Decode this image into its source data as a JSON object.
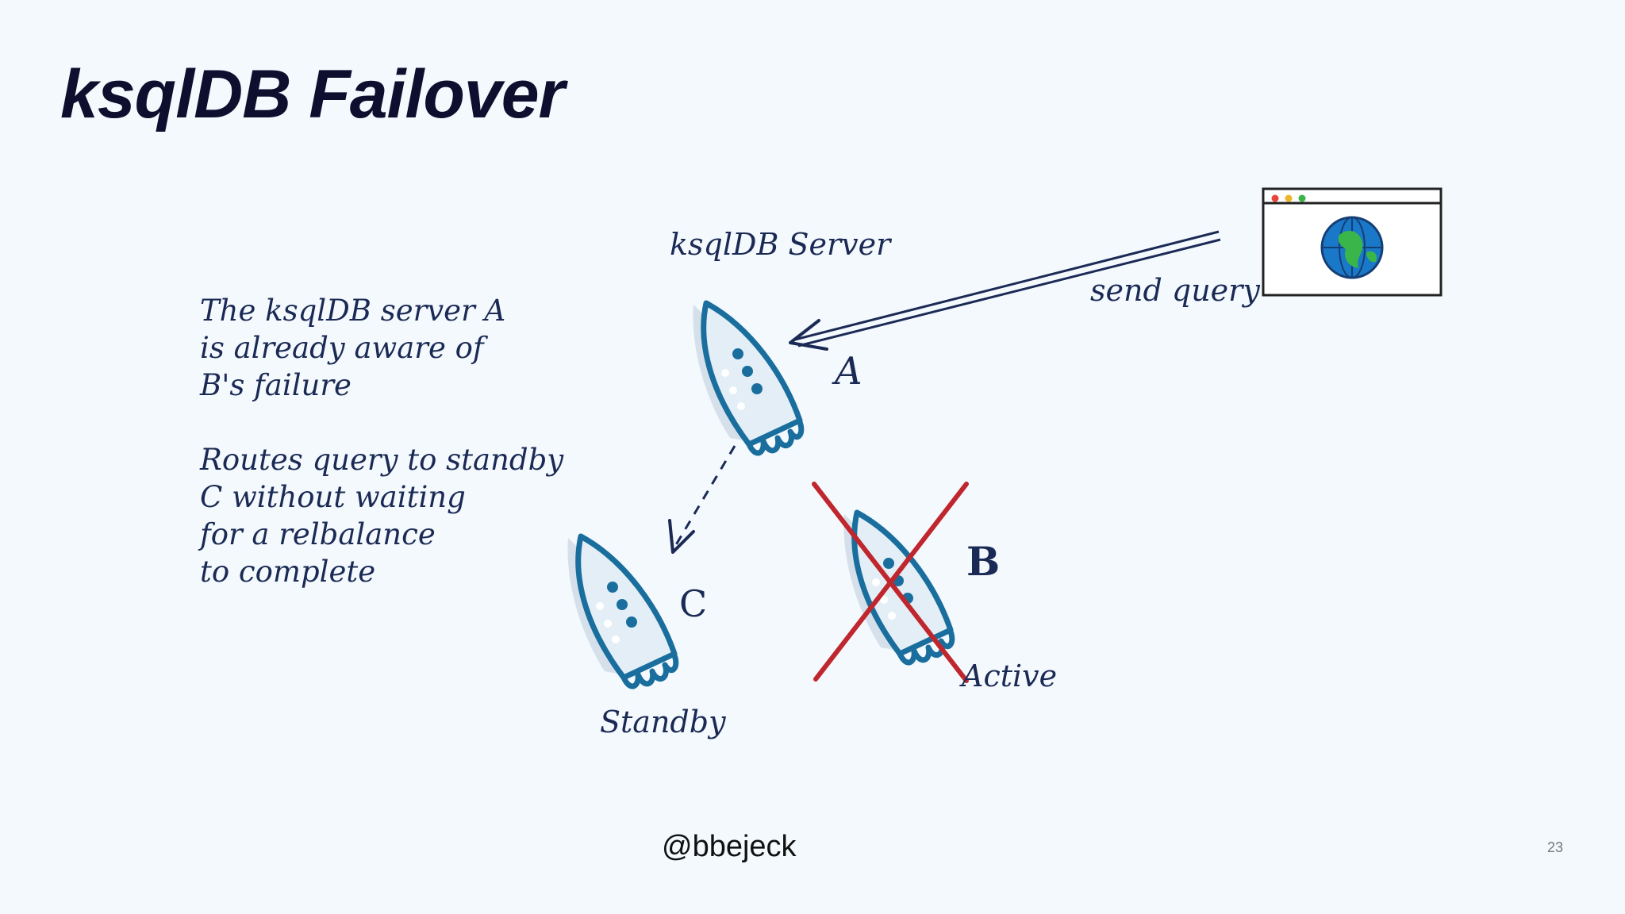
{
  "slide": {
    "title": "ksqlDB Failover",
    "handle": "@bbejeck",
    "page_number": "23"
  },
  "notes": {
    "awareness": "The ksqlDB server A\nis already aware of\nB's failure",
    "routing": "Routes query to standby\nC without waiting\nfor a relbalance\nto complete"
  },
  "diagram": {
    "server_label": "ksqlDB Server",
    "send_query_label": "send query",
    "node_a": "A",
    "node_b": "B",
    "node_c": "C",
    "standby_label": "Standby",
    "active_label": "Active",
    "colors": {
      "rocket_outline": "#1a6e9e",
      "rocket_fill": "#e2edf5",
      "rocket_shadow": "#d3dee8",
      "cross": "#c0262d",
      "arrow": "#1b2a55",
      "globe": "#1a78c8",
      "land": "#3ab54a"
    },
    "icons": [
      "rocket-icon",
      "browser-window-icon",
      "globe-icon"
    ]
  }
}
